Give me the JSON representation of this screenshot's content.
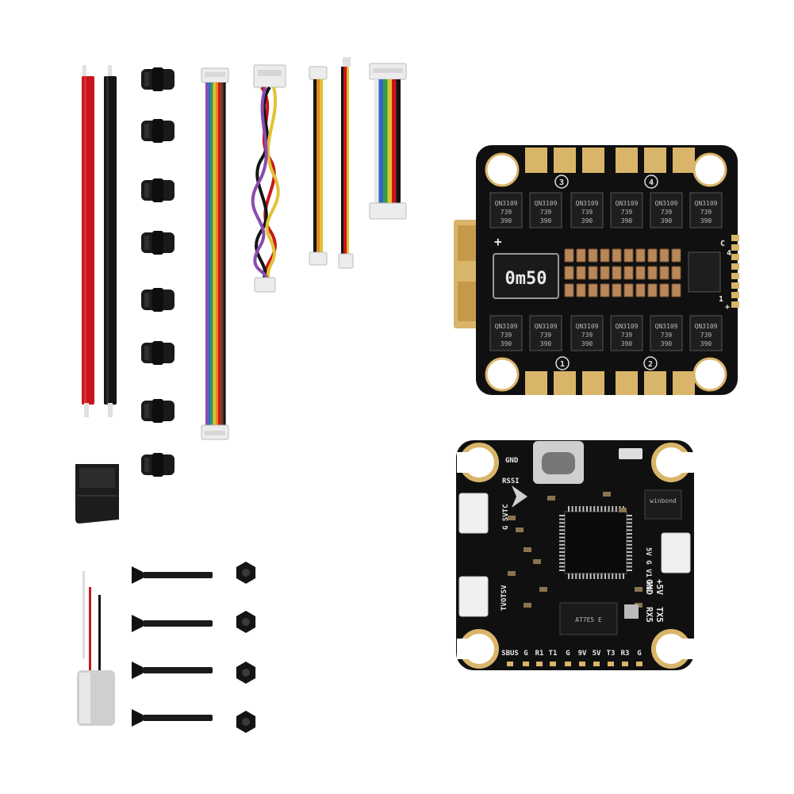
{
  "colors": {
    "background": "#ffffff",
    "pcb": "#101010",
    "pad_gold": "#d9b56a",
    "wire_red": "#c8171c",
    "wire_black": "#141414",
    "grommet": "#1a1a1a"
  },
  "esc_board": {
    "motor_numbers": [
      "3",
      "4",
      "1",
      "2"
    ],
    "mosfet_label_line1": "QN3109",
    "mosfet_label_line2": "739",
    "mosfet_label_line3": "390",
    "shunt_label": "0m50",
    "edge_labels": [
      "+",
      "C",
      "4",
      "1",
      "+"
    ]
  },
  "fc_board": {
    "top_labels": [
      "GND",
      "RSSI"
    ],
    "left_labels": [
      "G SVTC",
      "TVOTSV"
    ],
    "right_labels": [
      "5V G V1 M8",
      "GND",
      "+5V",
      "RX5",
      "TX5"
    ],
    "bottom_labels": [
      "SBUS",
      "G",
      "R1",
      "T1",
      "G",
      "9V",
      "5V",
      "T3",
      "R3",
      "G"
    ],
    "flash_chip_label": "winbond",
    "baro_chip_label": "AT7E5 E"
  }
}
